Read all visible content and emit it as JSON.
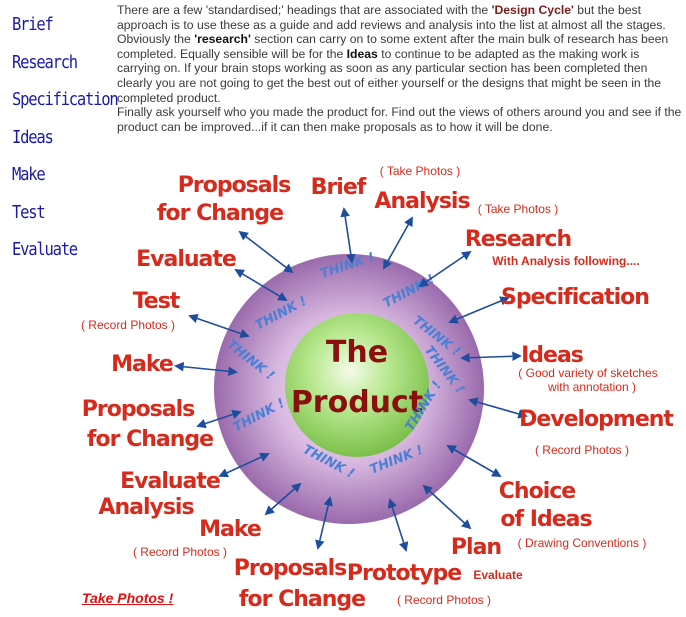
{
  "sidebar": {
    "items": [
      "Brief",
      "Research",
      "Specification",
      "Ideas",
      "Make",
      "Test",
      "Evaluate"
    ]
  },
  "intro": {
    "p1_a": "There are a few 'standardised;' headings that are associated with the ",
    "p1_design_cycle": "'Design Cycle'",
    "p1_b": " but the best approach is to use these as a guide and add reviews and analysis into the list at almost all the stages.  Obviously the ",
    "p1_research": "'research'",
    "p1_c": " section can carry on to some extent after the main bulk of research has been completed.  Equally sensible will be for the ",
    "p1_ideas": "Ideas",
    "p1_d": " to continue to be adapted as the making work is carrying on.  If your brain stops working as soon as any particular section has been completed then clearly you are not going to get the best out of either yourself or the designs that might be seen in the completed product.",
    "p2": "Finally ask yourself who you made the product for.  Find out the views of others around you and see if the product can be improved...if it can then make proposals as to how it will be done."
  },
  "center": {
    "line1": "The",
    "line2": "Product"
  },
  "think_label": "THINK !",
  "stages": {
    "proposals_top": [
      "Proposals",
      "for Change"
    ],
    "brief": "Brief",
    "brief_note": "( Take Photos )",
    "analysis": "Analysis",
    "analysis_note": "( Take Photos )",
    "research": "Research",
    "research_note": "With Analysis following....",
    "evaluate_top": "Evaluate",
    "specification": "Specification",
    "test": "Test",
    "test_note": "( Record Photos )",
    "ideas": "Ideas",
    "ideas_note": [
      "( Good variety of sketches",
      "with annotation )"
    ],
    "make_left": "Make",
    "proposals_left": [
      "Proposals",
      "for Change"
    ],
    "development": "Development",
    "development_note": "( Record Photos )",
    "evaluate_analysis": [
      "Evaluate",
      "Analysis"
    ],
    "choice": [
      "Choice",
      "of Ideas"
    ],
    "choice_note": "( Drawing Conventions )",
    "make_bottom": "Make",
    "make_bottom_note": "( Record Photos )",
    "plan": "Plan",
    "plan_evaluate": "Evaluate",
    "proposals_bottom": [
      "Proposals",
      "for Change"
    ],
    "prototype": "Prototype",
    "prototype_note": "( Record Photos )"
  },
  "footer": {
    "take_photos": "Take Photos !"
  },
  "colors": {
    "stage": "#d62a1c",
    "arrow": "#1e4d9e",
    "think": "#4a7fd6",
    "sidebar": "#1a1aa8",
    "outer_ring": "#b080c0",
    "inner_circle": "#90d060"
  }
}
